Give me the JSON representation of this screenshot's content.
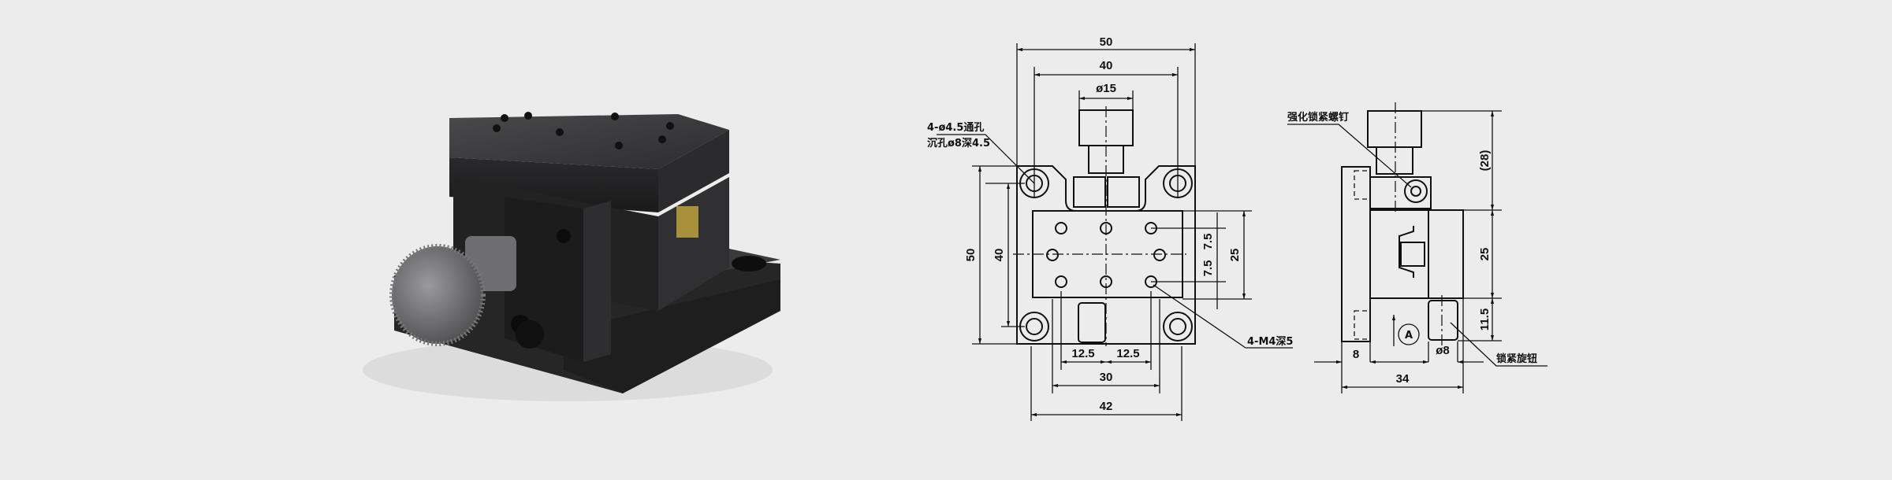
{
  "front_view": {
    "dims": {
      "overall_width": "50",
      "hole_spacing_x": "40",
      "knob_diameter": "ø15",
      "overall_height": "50",
      "hole_spacing_y": "40",
      "grid_7_5_top": "7.5",
      "grid_7_5_bottom": "7.5",
      "stage_height": "25",
      "grid_12_5_left": "12.5",
      "grid_12_5_right": "12.5",
      "hole_span_30": "30",
      "stage_width": "42"
    },
    "notes": {
      "through_hole": "4-ø4.5通孔",
      "counterbore": "沉孔ø8深4.5",
      "tapped_holes": "4-M4深5"
    }
  },
  "side_view": {
    "dims": {
      "knob_height": "(28)",
      "stage_height": "25",
      "base_offset": "11.5",
      "plate_thickness": "8",
      "lock_knob_diameter": "ø8",
      "overall_depth": "34"
    },
    "notes": {
      "lock_screw": "强化锁紧螺钉",
      "lock_knob": "锁紧旋钮",
      "view_marker": "A"
    }
  }
}
